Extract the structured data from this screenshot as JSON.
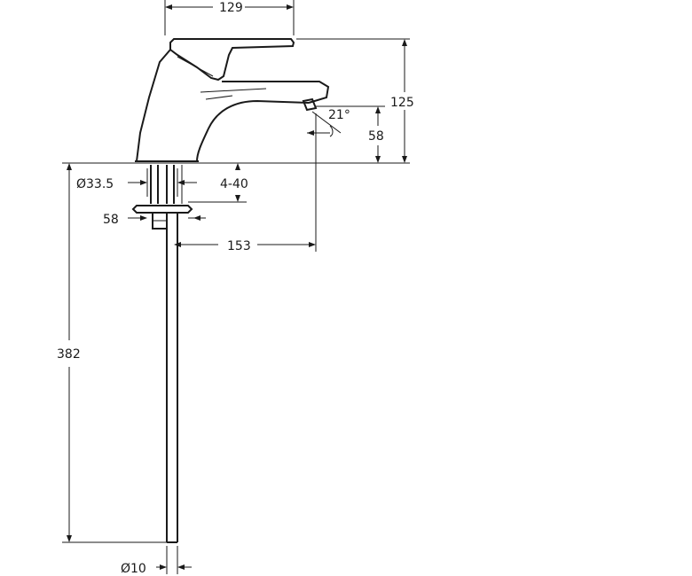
{
  "dimensions": {
    "spout_reach_top": "129",
    "total_height": "125",
    "spout_height": "58",
    "spout_angle": "21°",
    "base_diameter": "Ø33.5",
    "deck_thickness": "4-40",
    "hole_size": "58",
    "spout_reach": "153",
    "tail_length": "382",
    "tail_diameter": "Ø10"
  },
  "colors": {
    "line": "#1a1a1a",
    "background": "#ffffff"
  }
}
